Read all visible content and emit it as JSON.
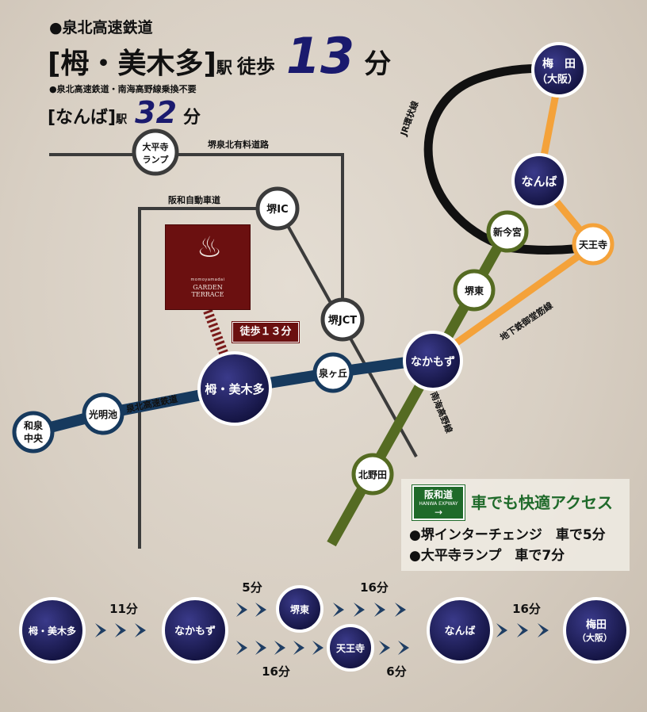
{
  "header": {
    "line1": "●泉北高速鉄道",
    "station_main": "[栂・美木多]",
    "eki": "駅",
    "toho": "徒歩",
    "minutes_main": "13",
    "fun": "分",
    "line3": "●泉北高速鉄道・南海高野線乗換不要",
    "station_namba": "[なんば]",
    "eki2": "駅",
    "minutes_namba": "32",
    "fun2": "分"
  },
  "roads": {
    "sakai_senboku": "堺泉北有料道路",
    "hanwa": "阪和自動車道"
  },
  "lines": {
    "jr_loop": "JR環状線",
    "subway": "地下鉄御堂筋線",
    "nankai": "南海高野線",
    "senboku_rail": "泉北高速鉄道"
  },
  "map_stations": {
    "daiheiji": "大平寺ランプ",
    "sakai_ic": "堺IC",
    "sakai_jct": "堺JCT",
    "umeda": "梅　田",
    "umeda_sub": "（大阪）",
    "namba": "なんば",
    "shinimamiya": "新今宮",
    "tennoji": "天王寺",
    "sakaihigashi": "堺東",
    "nakamozu": "なかもず",
    "kitanoda": "北野田",
    "izumigaoka": "泉ヶ丘",
    "toga": "栂・美木多",
    "komyoike": "光明池",
    "izumi_chuo": "和泉中央"
  },
  "logo": {
    "small": "momoyamadai",
    "name1": "GARDEN",
    "name2": "TERRACE"
  },
  "walk_label": "徒歩１３分",
  "access": {
    "sign_kanji": "阪和道",
    "sign_en": "HANWA EXPWAY",
    "sign_arrow": "→",
    "title": "車でも快適アクセス",
    "line1": "●堺インターチェンジ　車で5分",
    "line2": "●大平寺ランプ　車で7分"
  },
  "route": {
    "toga": "栂・美木多",
    "nakamozu": "なかもず",
    "sakaihigashi": "堺東",
    "tennoji": "天王寺",
    "namba": "なんば",
    "umeda": "梅田",
    "umeda_sub": "（大阪）",
    "t_toga_nakamozu": "11分",
    "t_nakamozu_sakaihigashi": "5分",
    "t_sakaihigashi_namba": "16分",
    "t_nakamozu_tennoji": "16分",
    "t_tennoji_namba": "6分",
    "t_namba_umeda": "16分"
  },
  "colors": {
    "senboku_line": "#173a5e",
    "nankai_line": "#556b22",
    "subway_line": "#f4a23a",
    "jr_loop": "#111111",
    "station_dark": "#1a1a4e",
    "logo_bg": "#6b1010",
    "access_green": "#1f6a2a"
  }
}
